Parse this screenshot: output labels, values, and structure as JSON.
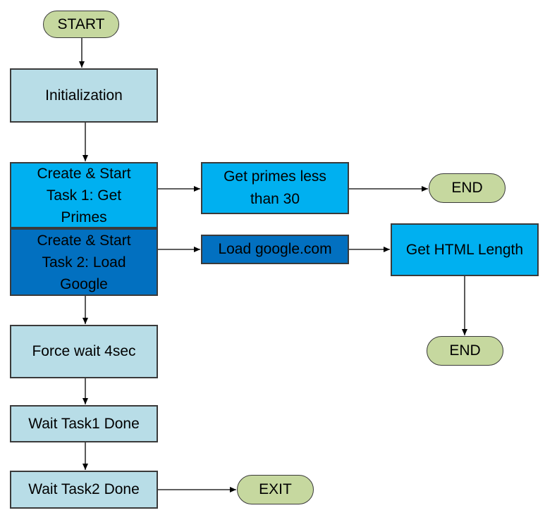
{
  "nodes": {
    "start": "START",
    "initialization": "Initialization",
    "task1": [
      "Create & Start",
      "Task 1: Get",
      "Primes"
    ],
    "task2": [
      "Create & Start",
      "Task 2: Load",
      "Google"
    ],
    "primes": [
      "Get primes less",
      "than 30"
    ],
    "end_primes": "END",
    "load_google": "Load google.com",
    "html_length": "Get HTML Length",
    "end_html": "END",
    "force_wait": "Force wait 4sec",
    "wait_task1": "Wait Task1 Done",
    "wait_task2": "Wait Task2 Done",
    "exit": "EXIT"
  },
  "colors": {
    "terminal_fill": "#c6d89f",
    "process_light_fill": "#b8dde7",
    "task1_fill": "#00b0f0",
    "task2_fill": "#0270c0",
    "html_length_fill": "#00b0f0",
    "border": "#3a3a3a"
  }
}
